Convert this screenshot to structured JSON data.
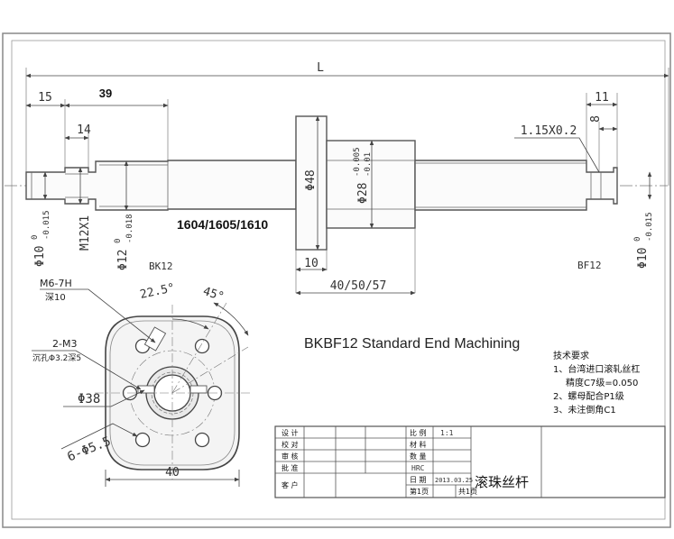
{
  "drawing": {
    "title": "BKBF12 Standard End Machining",
    "model_label": "1604/1605/1610",
    "side_labels": {
      "left": "BK12",
      "right": "BF12"
    },
    "dimensions": {
      "overall_length": "L",
      "left_end_15": "15",
      "left_end_39": "39",
      "thread_14": "14",
      "right_end_11": "11",
      "right_end_8": "8",
      "groove": "1.15X0.2",
      "flange_dia": "Φ48",
      "nut_dia": "Φ28",
      "nut_dia_tol_upper": "-0.005",
      "nut_dia_tol_lower": "-0.01",
      "flange_thick": "10",
      "nut_length": "40/50/57",
      "left_journal": "Φ10",
      "left_journal_tol_upper": "0",
      "left_journal_tol_lower": "-0.015",
      "thread": "M12X1",
      "bearing_seat": "Φ12",
      "bearing_seat_tol_upper": "0",
      "bearing_seat_tol_lower": "-0.018",
      "right_journal": "Φ10",
      "right_journal_tol_upper": "0",
      "right_journal_tol_lower": "-0.015"
    },
    "flange_view": {
      "thread_spec": "M6-7H",
      "thread_depth": "深10",
      "angle_a": "22.5°",
      "angle_b": "45°",
      "pin_spec": "2-M3",
      "pin_note": "沉孔Φ3.2深5",
      "pcd": "Φ38",
      "holes": "6-Φ5.5",
      "width": "40"
    },
    "tech_req": {
      "heading": "技术要求",
      "items": [
        "1、台湾进口滚轧丝杠",
        "精度C7级=0.050",
        "2、螺母配合P1级",
        "3、未注倒角C1"
      ]
    },
    "title_block": {
      "labels": [
        "设 计",
        "校 对",
        "审 核",
        "批 准",
        "客 户"
      ],
      "ratio_label": "比 例",
      "ratio_value": "1:1",
      "material_label": "材 料",
      "qty_label": "数 量",
      "hrc": "HRC",
      "date_label": "日 期",
      "date_value": "2013.03.25",
      "sheet": "第1页",
      "total": "共1页",
      "part_name": "滚珠丝杆"
    }
  }
}
